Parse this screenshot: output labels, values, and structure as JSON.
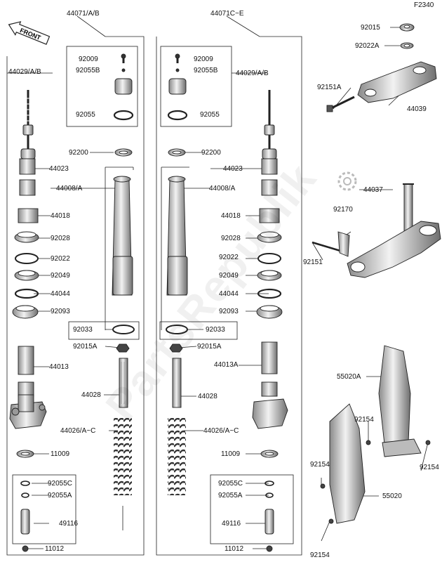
{
  "figure_code": "F2340",
  "front_label": "FRONT",
  "watermark": "PartsRepublik",
  "colors": {
    "line": "#222222",
    "part_fill": "#d9d9d9",
    "part_dark": "#7a7a7a"
  },
  "labels": {
    "fork_left": "44071/A/B",
    "fork_right": "44071C~E",
    "p92015": "92015",
    "p92022A": "92022A",
    "p44029_left": "44029/A/B",
    "p44029_right": "44029/A/B",
    "p92009_l": "92009",
    "p92055B_l": "92055B",
    "p92055_l": "92055",
    "p92009_r": "92009",
    "p92055B_r": "92055B",
    "p92055_r": "92055",
    "p92151A": "92151A",
    "p44039": "44039",
    "p92200_l": "92200",
    "p92200_r": "92200",
    "p44023_l": "44023",
    "p44023_r": "44023",
    "p44008_l": "44008/A",
    "p44008_r": "44008/A",
    "p44037": "44037",
    "p44018_l": "44018",
    "p44018_r": "44018",
    "p92170": "92170",
    "p92028_l": "92028",
    "p92028_r": "92028",
    "p92022_l": "92022",
    "p92022_r": "92022",
    "p92151": "92151",
    "p92049_l": "92049",
    "p92049_r": "92049",
    "p44044_l": "44044",
    "p44044_r": "44044",
    "p92093_l": "92093",
    "p92093_r": "92093",
    "p92033_l": "92033",
    "p92033_r": "92033",
    "p92015A_l": "92015A",
    "p92015A_r": "92015A",
    "p44013": "44013",
    "p44013A": "44013A",
    "p55020A": "55020A",
    "p44028_l": "44028",
    "p44028_r": "44028",
    "p44026_l": "44026/A~C",
    "p44026_r": "44026/A~C",
    "p92154_a": "92154",
    "p92154_b": "92154",
    "p92154_c": "92154",
    "p92154_d": "92154",
    "p11009_l": "11009",
    "p11009_r": "11009",
    "p92055C_l": "92055C",
    "p92055C_r": "92055C",
    "p92055A_l": "92055A",
    "p92055A_r": "92055A",
    "p55020": "55020",
    "p49116_l": "49116",
    "p49116_r": "49116",
    "p11012_l": "11012",
    "p11012_r": "11012"
  }
}
